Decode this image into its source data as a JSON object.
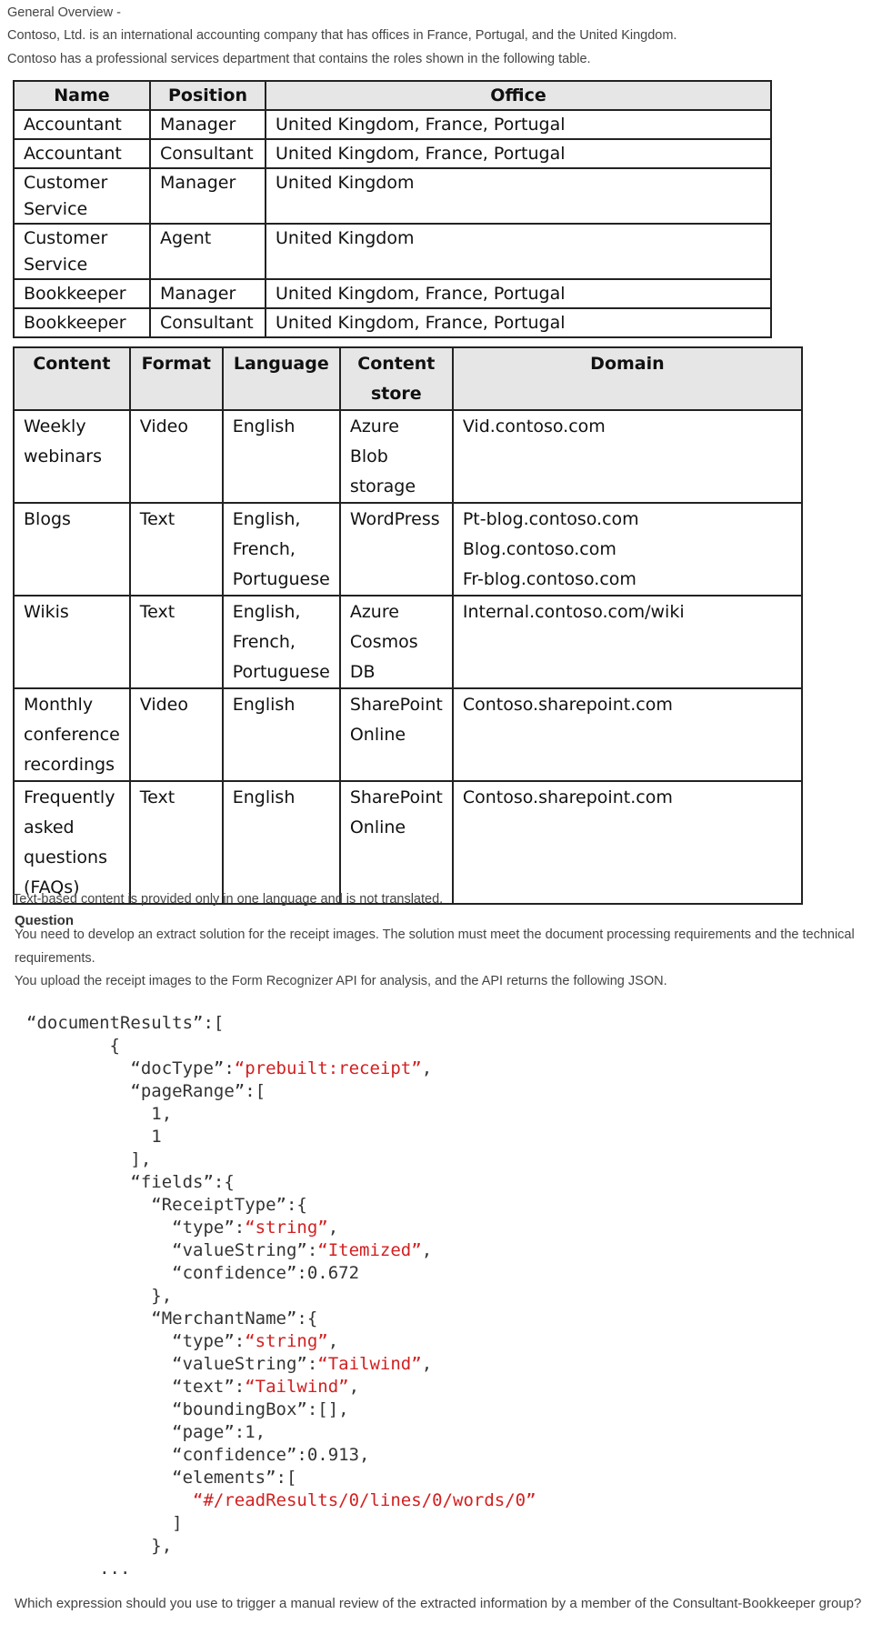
{
  "intro": {
    "heading": "General Overview -",
    "line1": "Contoso, Ltd. is an international accounting company that has offices in France, Portugal, and the United Kingdom.",
    "line2": "Contoso has a professional services department that contains the roles shown in the following table."
  },
  "roles_table": {
    "headers": [
      "Name",
      "Position",
      "Office"
    ],
    "rows": [
      [
        "Accountant",
        "Manager",
        "United Kingdom, France, Portugal"
      ],
      [
        "Accountant",
        "Consultant",
        "United Kingdom, France, Portugal"
      ],
      [
        "Customer Service",
        "Manager",
        "United Kingdom"
      ],
      [
        "Customer Service",
        "Agent",
        "United Kingdom"
      ],
      [
        "Bookkeeper",
        "Manager",
        "United Kingdom, France, Portugal"
      ],
      [
        "Bookkeeper",
        "Consultant",
        "United Kingdom, France, Portugal"
      ]
    ]
  },
  "content_table": {
    "headers": [
      "Content",
      "Format",
      "Language",
      "Content store",
      "Domain"
    ],
    "rows": [
      [
        "Weekly webinars",
        "Video",
        "English",
        "Azure Blob storage",
        "Vid.contoso.com"
      ],
      [
        "Blogs",
        "Text",
        "English, French, Portuguese",
        "WordPress",
        "Pt-blog.contoso.com\nBlog.contoso.com\nFr-blog.contoso.com"
      ],
      [
        "Wikis",
        "Text",
        "English, French, Portuguese",
        "Azure Cosmos DB",
        "Internal.contoso.com/wiki"
      ],
      [
        "Monthly conference recordings",
        "Video",
        "English",
        "SharePoint Online",
        "Contoso.sharepoint.com"
      ],
      [
        "Frequently asked questions (FAQs)",
        "Text",
        "English",
        "SharePoint Online",
        "Contoso.sharepoint.com"
      ]
    ]
  },
  "note": "Text-based content is provided only in one language and is not translated.",
  "question": {
    "heading": "Question",
    "para1": "You need to develop an extract solution for the receipt images. The solution must meet the document processing requirements and the technical requirements.",
    "para2": "You upload the receipt images to the Form Recognizer API for analysis, and the API returns the following JSON.",
    "final": "Which expression should you use to trigger a manual review of the extracted information by a member of the Consultant-Bookkeeper group?"
  },
  "json_sample": [
    [
      "“documentResults”:["
    ],
    [
      "        {"
    ],
    [
      "          “docType”:",
      {
        "s": "“prebuilt:receipt”"
      },
      ","
    ],
    [
      "          “pageRange”:["
    ],
    [
      "            1,"
    ],
    [
      "            1"
    ],
    [
      "          ],"
    ],
    [
      "          “fields”:{"
    ],
    [
      "            “ReceiptType”:{"
    ],
    [
      "              “type”:",
      {
        "s": "“string”"
      },
      ","
    ],
    [
      "              “valueString”:",
      {
        "s": "“Itemized”"
      },
      ","
    ],
    [
      "              “confidence”:0.672"
    ],
    [
      "            },"
    ],
    [
      "            “MerchantName”:{"
    ],
    [
      "              “type”:",
      {
        "s": "“string”"
      },
      ","
    ],
    [
      "              “valueString”:",
      {
        "s": "“Tailwind”"
      },
      ","
    ],
    [
      "              “text”:",
      {
        "s": "“Tailwind”"
      },
      ","
    ],
    [
      "              “boundingBox”:[],"
    ],
    [
      "              “page”:1,"
    ],
    [
      "              “confidence”:0.913,"
    ],
    [
      "              “elements”:["
    ],
    [
      "                ",
      {
        "s": "“#/readResults/0/lines/0/words/0”"
      }
    ],
    [
      "              ]"
    ],
    [
      "            },"
    ],
    [
      "       ..."
    ]
  ]
}
